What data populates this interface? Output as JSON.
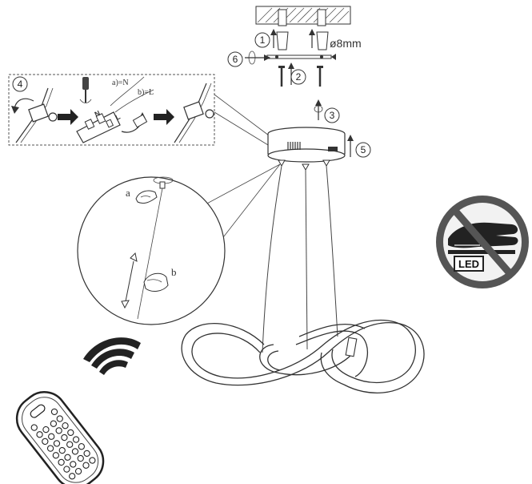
{
  "steps": [
    "1",
    "2",
    "3",
    "4",
    "5",
    "6"
  ],
  "drill_label": "ø8mm",
  "wiring": {
    "neutral": "a)=N",
    "live": "b)=L",
    "terminal_n": "N",
    "terminal_l": "L"
  },
  "detail": {
    "label_a": "a",
    "label_b": "b"
  },
  "badge": {
    "text": "LED",
    "icon": "no-touch-led-icon"
  },
  "colors": {
    "ink": "#333333",
    "badge_ring": "#555555",
    "badge_fill": "#f2f2f2"
  }
}
